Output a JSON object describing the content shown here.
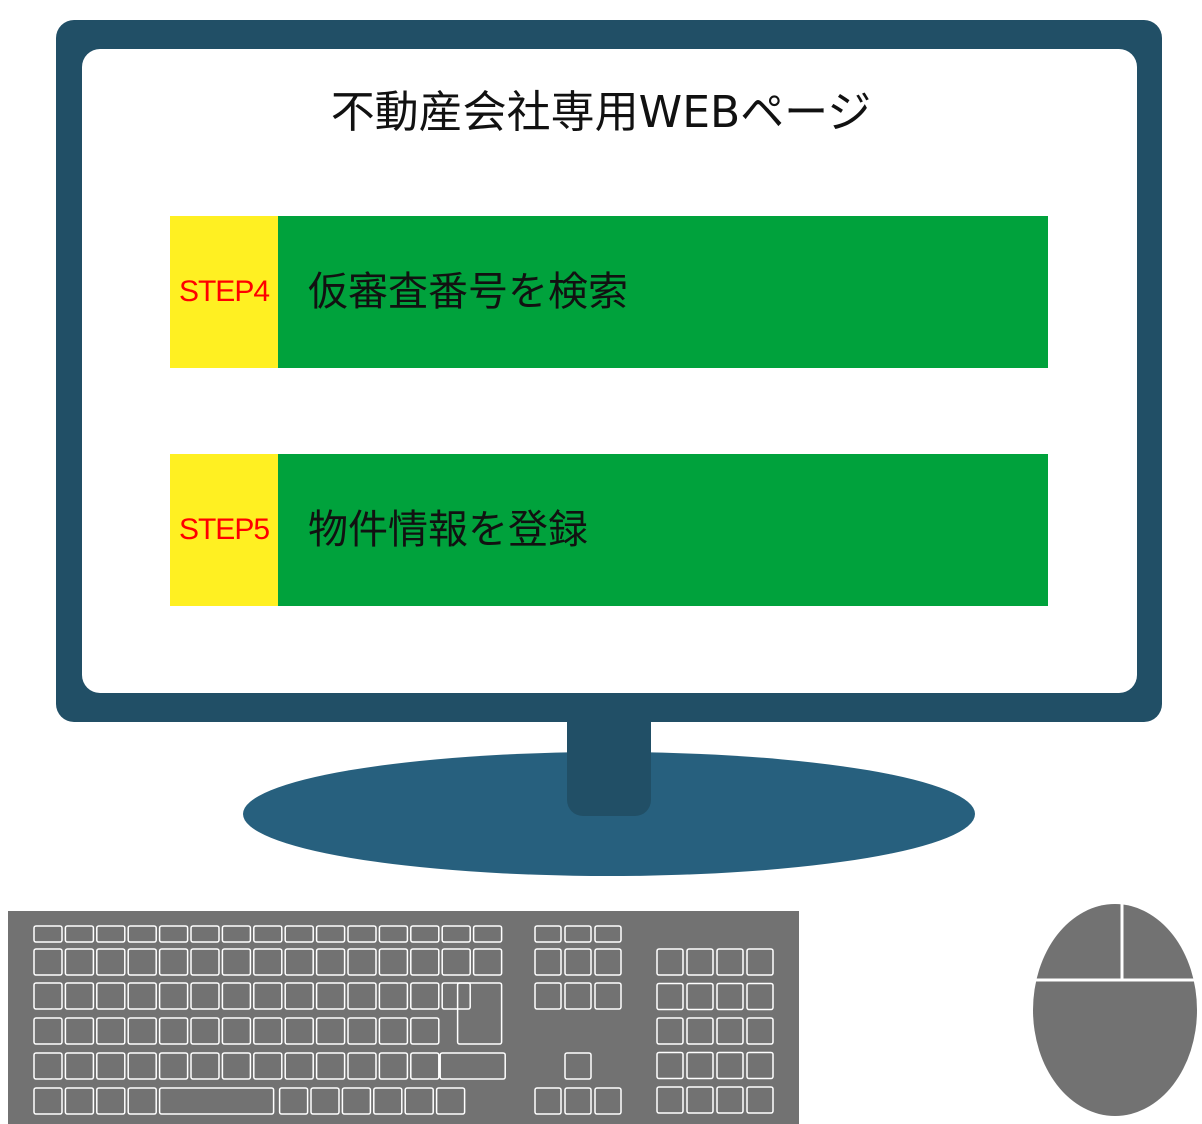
{
  "screen": {
    "title": "不動産会社専用WEBページ",
    "steps": [
      {
        "tag": "STEP4",
        "label": "仮審査番号を検索"
      },
      {
        "tag": "STEP5",
        "label": "物件情報を登録"
      }
    ]
  },
  "colors": {
    "monitor_frame": "#214f66",
    "monitor_base": "#27607e",
    "step_tag_bg": "#fff022",
    "step_tag_text": "#ff0000",
    "step_bar_bg": "#00a23c",
    "keyboard": "#727272",
    "mouse": "#727272"
  },
  "illustration": {
    "monitor": "monitor-icon",
    "keyboard": "keyboard-icon",
    "mouse": "mouse-icon"
  }
}
